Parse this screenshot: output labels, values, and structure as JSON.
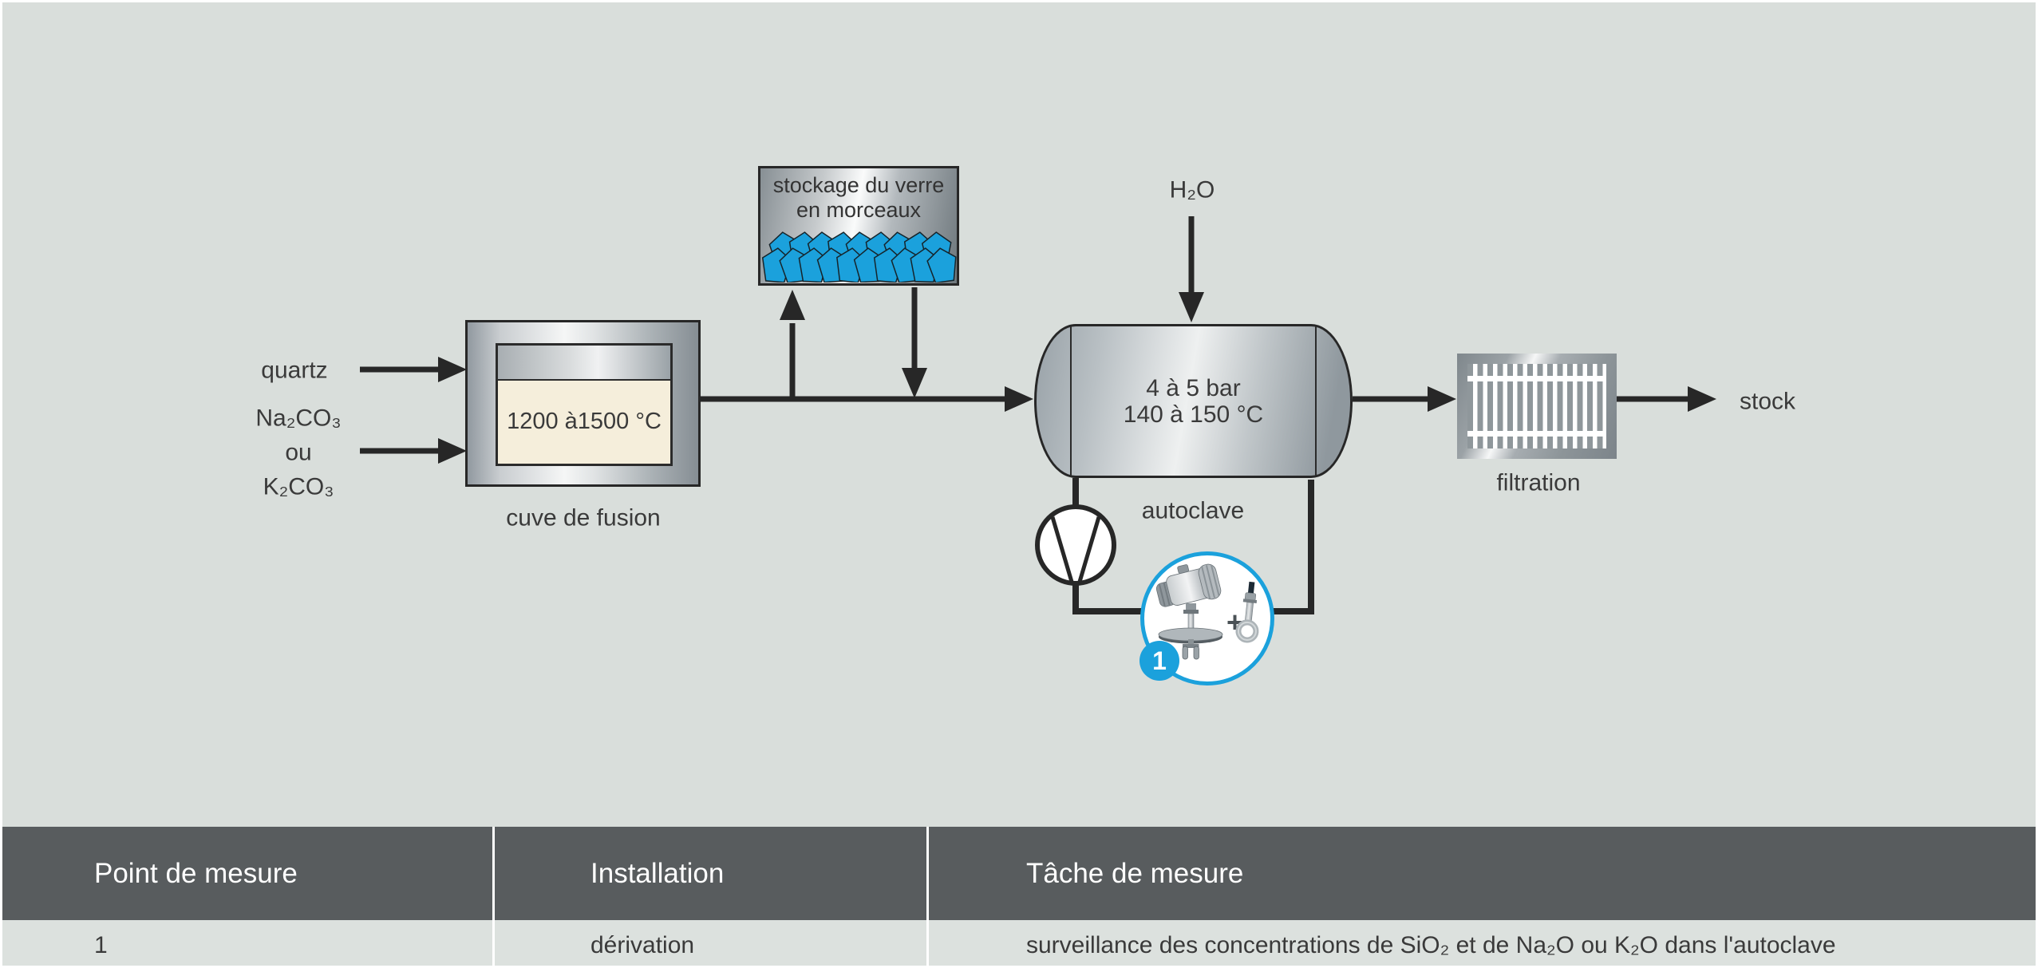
{
  "colors": {
    "background": "#d9dedb",
    "accent_blue": "#1ba1dc",
    "line_dark": "#272727",
    "table_header_bg": "#585c5e",
    "table_row_bg": "#dce1de",
    "melt_chamber_cream": "#f5eedb"
  },
  "diagram": {
    "inputs": {
      "input1": "quartz",
      "input2_line1": "Na₂CO₃",
      "input2_line2": "ou",
      "input2_line3": "K₂CO₃"
    },
    "melting_tank": {
      "temperature": "1200 à1500 °C",
      "label": "cuve de fusion"
    },
    "glass_storage": {
      "line1": "stockage du verre",
      "line2": "en morceaux"
    },
    "water_input": "H₂O",
    "autoclave": {
      "pressure": "4 à 5 bar",
      "temperature": "140 à 150 °C",
      "label": "autoclave"
    },
    "measure_point": {
      "badge": "1",
      "plus": "+"
    },
    "filtration_label": "filtration",
    "output_label": "stock"
  },
  "table": {
    "headers": [
      "Point de mesure",
      "Installation",
      "Tâche de mesure"
    ],
    "rows": [
      [
        "1",
        "dérivation",
        "surveillance des concentrations de SiO₂  et de Na₂O ou K₂O dans l'autoclave"
      ]
    ]
  }
}
